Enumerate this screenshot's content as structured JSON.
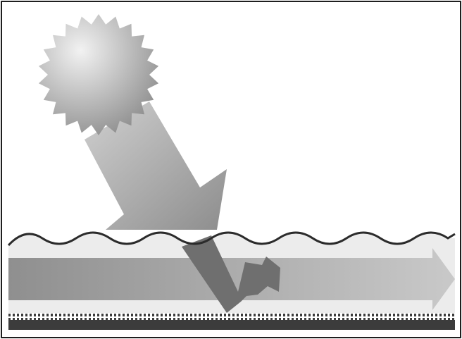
{
  "diagram": {
    "elements": [
      {
        "id": "sun",
        "icon": "sun-icon"
      },
      {
        "id": "incoming-ray",
        "icon": "arrow-down-icon"
      },
      {
        "id": "water-surface",
        "icon": "wave-icon"
      },
      {
        "id": "water-layer"
      },
      {
        "id": "refracted-ray",
        "icon": "bent-arrow-icon"
      },
      {
        "id": "horizontal-flow",
        "icon": "arrow-right-icon"
      },
      {
        "id": "bottom-layer"
      }
    ],
    "colors": {
      "frame": "#1e1e1e",
      "sun_light": "#f2f2f2",
      "sun_dark": "#8a8a8a",
      "ray_light": "#d0d0d0",
      "ray_dark": "#8d8d8d",
      "water": "#ececec",
      "flow_dark": "#8f8f8f",
      "flow_light": "#c9c9c9",
      "bent_arrow": "#6f6f6f",
      "surface_line": "#2b2b2b",
      "bottom": "#3c3c3c"
    }
  }
}
